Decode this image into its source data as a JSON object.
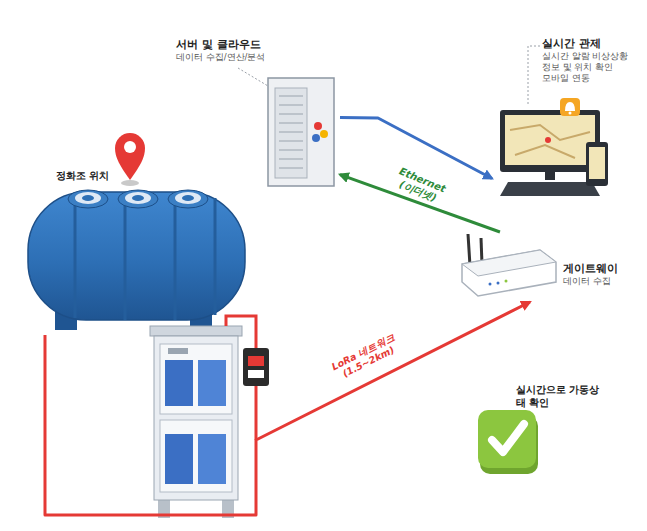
{
  "diagram": {
    "nodes": [
      {
        "text": [
          "서버 및 클라우드",
          "데이터 수집/연산/분석"
        ]
      },
      {
        "text": [
          "실시간 관제",
          "실시간 알람 비상상황 정보 및 위치 확인 모바일 연동"
        ]
      },
      {
        "text": [
          "정화조 위치"
        ]
      },
      {
        "text": [
          "게이트웨이",
          "데이터 수집"
        ]
      }
    ],
    "edges": [
      {
        "from": 2,
        "to": 3,
        "label": "LoRa 네트워크 (1.5~2km)",
        "arrow": "to"
      },
      {
        "from": 3,
        "to": 0,
        "label": "Ethernet (이더넷)",
        "arrow": "to"
      },
      {
        "from": 0,
        "to": 1,
        "arrow": "to"
      }
    ],
    "labels": [
      "실시간으로 가동상태 확인"
    ]
  }
}
